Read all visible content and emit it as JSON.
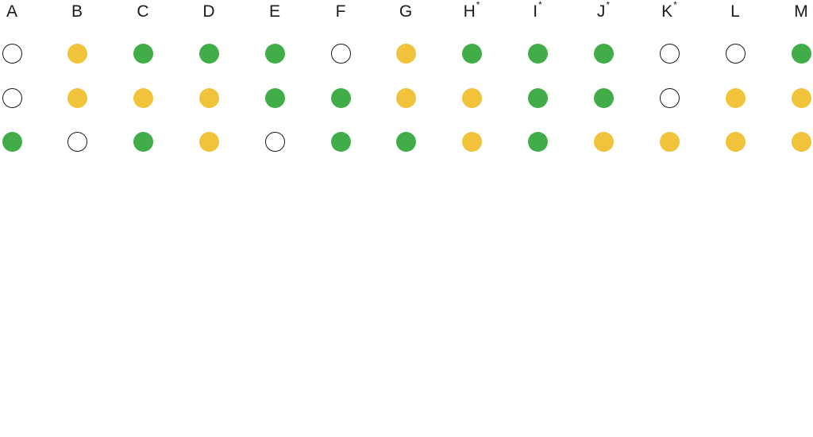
{
  "colors": {
    "green": "#41ad49",
    "yellow": "#f1c33b",
    "empty": "#ffffff",
    "outline": "#1a1a1a"
  },
  "columns": [
    {
      "letter": "A",
      "marker": ""
    },
    {
      "letter": "B",
      "marker": ""
    },
    {
      "letter": "C",
      "marker": ""
    },
    {
      "letter": "D",
      "marker": ""
    },
    {
      "letter": "E",
      "marker": ""
    },
    {
      "letter": "F",
      "marker": ""
    },
    {
      "letter": "G",
      "marker": ""
    },
    {
      "letter": "H",
      "marker": "*"
    },
    {
      "letter": "I",
      "marker": "*"
    },
    {
      "letter": "J",
      "marker": "*"
    },
    {
      "letter": "K",
      "marker": "*"
    },
    {
      "letter": "L",
      "marker": ""
    },
    {
      "letter": "M",
      "marker": ""
    }
  ],
  "rows": [
    [
      "empty",
      "yellow",
      "green",
      "green",
      "green",
      "empty",
      "yellow",
      "green",
      "green",
      "green",
      "empty",
      "empty",
      "green"
    ],
    [
      "empty",
      "yellow",
      "yellow",
      "yellow",
      "green",
      "green",
      "yellow",
      "yellow",
      "green",
      "green",
      "empty",
      "yellow",
      "yellow"
    ],
    [
      "green",
      "empty",
      "green",
      "yellow",
      "empty",
      "green",
      "green",
      "yellow",
      "green",
      "yellow",
      "yellow",
      "yellow",
      "yellow"
    ]
  ]
}
